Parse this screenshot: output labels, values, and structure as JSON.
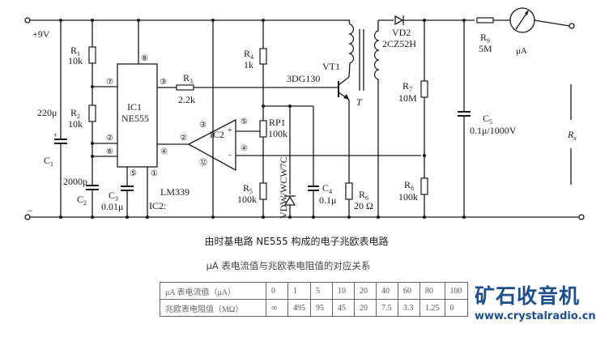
{
  "schematic": {
    "supply_label": "+9V",
    "ground_label": "−",
    "components": {
      "R1": {
        "ref": "R",
        "sub": "1",
        "value": "10k"
      },
      "R2": {
        "ref": "R",
        "sub": "2",
        "value": "10k"
      },
      "R3": {
        "ref": "R",
        "sub": "3",
        "value": "2.2k"
      },
      "R4": {
        "ref": "R",
        "sub": "4",
        "value": "1k"
      },
      "R5": {
        "ref": "R",
        "sub": "5",
        "value": "100k"
      },
      "R6": {
        "ref": "R",
        "sub": "6",
        "value": "20 Ω"
      },
      "R7": {
        "ref": "R",
        "sub": "7",
        "value": "10M"
      },
      "R8": {
        "ref": "R",
        "sub": "8",
        "value": "100k"
      },
      "R9": {
        "ref": "R",
        "sub": "9",
        "value": "5M"
      },
      "RP1": {
        "ref": "RP1",
        "value": "100k"
      },
      "C1": {
        "ref": "C",
        "sub": "1",
        "value": "220μ"
      },
      "C2": {
        "ref": "C",
        "sub": "2",
        "value": "2000p"
      },
      "C3": {
        "ref": "C",
        "sub": "3",
        "value": "0.01μ"
      },
      "C4": {
        "ref": "C",
        "sub": "4",
        "value": "0.1μ"
      },
      "C5": {
        "ref": "C",
        "sub": "5",
        "value": "0.1μ/1000V"
      },
      "IC1": {
        "ref": "IC1",
        "part": "NE555"
      },
      "IC2": {
        "ref": "IC2",
        "part": "LM339",
        "note": "IC2:"
      },
      "VT1": {
        "ref": "VT1",
        "part": "3DG130"
      },
      "VD1": {
        "part": "VDW/WCW7C"
      },
      "VD2": {
        "ref": "VD2",
        "part": "2CZ52H"
      },
      "T": {
        "ref": "T"
      },
      "meter": {
        "label": "μA"
      },
      "Rx": {
        "ref": "R",
        "sub": "x"
      }
    },
    "ic1_pins": {
      "p8": "⑧",
      "p7": "⑦",
      "p3": "③",
      "p2": "②",
      "p6": "⑥",
      "p4": "④",
      "p5": "⑤",
      "p1": "①"
    },
    "ic2_pins": {
      "p3": "③",
      "p2": "②",
      "p12": "⑫",
      "p5": "⑤",
      "p4": "④",
      "plus": "+",
      "minus": "−"
    }
  },
  "captions": {
    "circuit_title": "由时基电路 NE555 构成的电子兆欧表电路",
    "table_title": "μA 表电流值与兆欧表电阻值的对应关系"
  },
  "table": {
    "rows": [
      {
        "header": "μA 表电流值（μA）",
        "values": [
          "0",
          "1",
          "5",
          "10",
          "20",
          "40",
          "60",
          "80",
          "100"
        ]
      },
      {
        "header": "兆欧表电阻值（MΩ）",
        "values": [
          "∞",
          "495",
          "95",
          "45",
          "20",
          "7.5",
          "3.3",
          "1.25",
          "0"
        ]
      }
    ]
  },
  "watermark": {
    "name": "矿石收音机",
    "url": "www.crystalradio.cn",
    "color": "#1e4f8a"
  }
}
